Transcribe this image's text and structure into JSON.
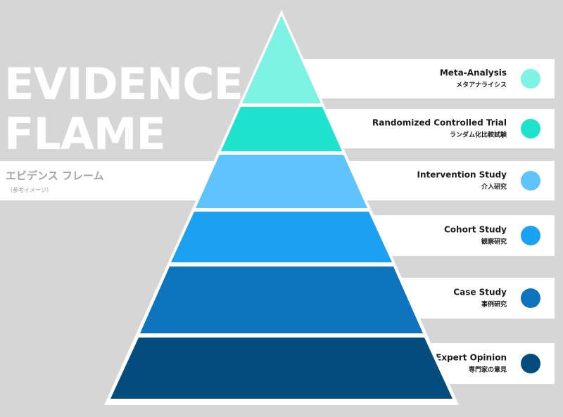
{
  "title_lines": [
    "EVIDENCE",
    "FLAME"
  ],
  "subtitle": "エビデンス フレーム",
  "subtitle_note": "（参考イメージ）",
  "levels": [
    {
      "label": "Meta-Analysis",
      "label_jp": "メタアナライシス",
      "color": "#7ef2e4"
    },
    {
      "label": "Randomized Controlled Trial",
      "label_jp": "ランダム化比較試験",
      "color": "#1fe3cd"
    },
    {
      "label": "Intervention Study",
      "label_jp": "介入研究",
      "color": "#5ec4fb"
    },
    {
      "label": "Cohort Study",
      "label_jp": "観察研究",
      "color": "#1aa1f2"
    },
    {
      "label": "Case Study",
      "label_jp": "事例研究",
      "color": "#0d74bd"
    },
    {
      "label": "Expert Opinion",
      "label_jp": "専門家の意見",
      "color": "#044b7e"
    }
  ]
}
